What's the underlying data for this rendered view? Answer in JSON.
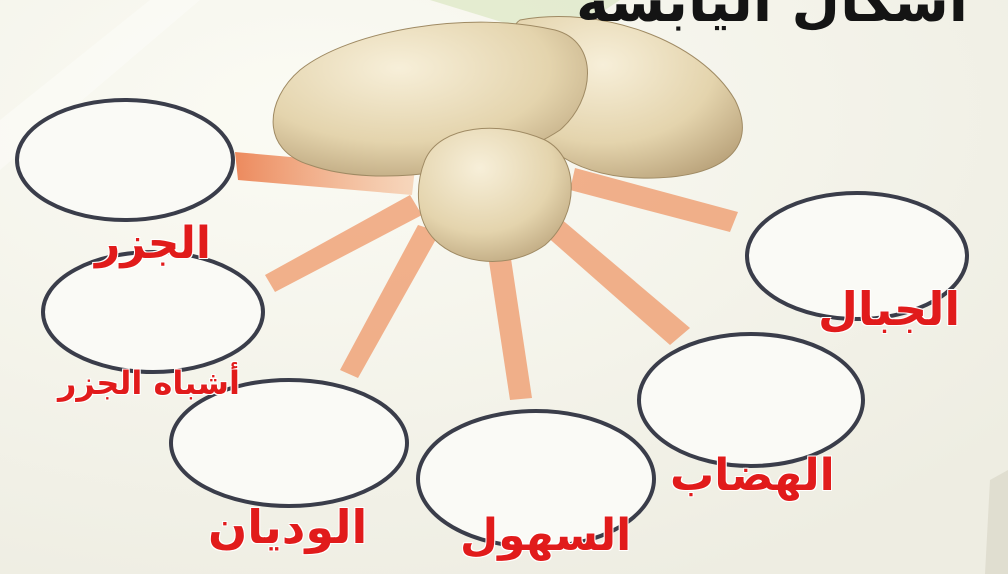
{
  "diagram": {
    "title": "اشكال اليابسة",
    "landforms": [
      {
        "id": "islands",
        "label": "الجزر"
      },
      {
        "id": "peninsulas",
        "label": "أشباه الجزر"
      },
      {
        "id": "valleys",
        "label": "الوديان"
      },
      {
        "id": "plains",
        "label": "السهول"
      },
      {
        "id": "plateaus",
        "label": "الهضاب"
      },
      {
        "id": "mountains",
        "label": "الجبال"
      }
    ]
  },
  "colors": {
    "label": "#e11b1b",
    "oval_stroke": "#3a3d4a",
    "ray": "#ec8a5a",
    "rock": "#e6d9b8",
    "background": "#f6f5ec"
  }
}
